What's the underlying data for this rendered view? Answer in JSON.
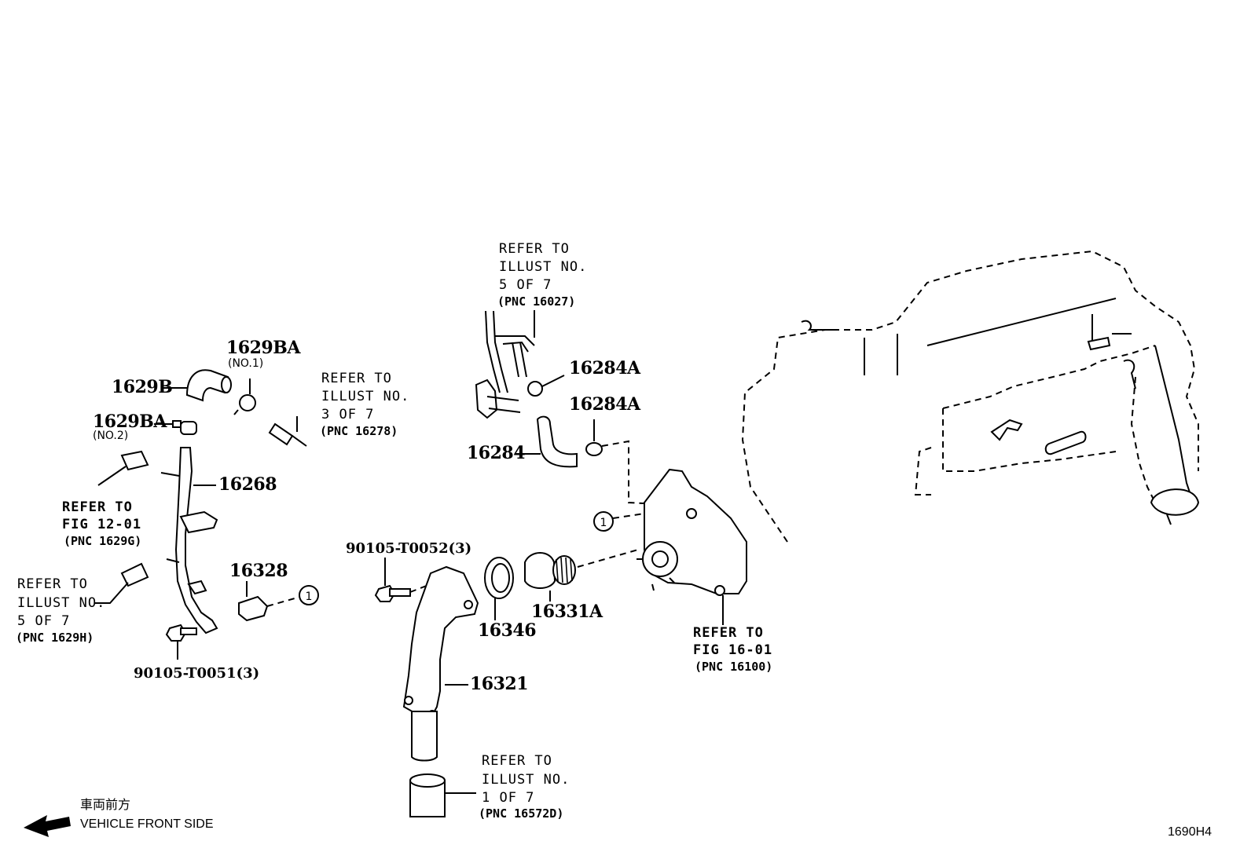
{
  "parts": {
    "p1629ba_no1": "1629BA",
    "p1629ba_no1_sub": "(NO.1)",
    "p1629b": "1629B",
    "p1629ba_no2": "1629BA",
    "p1629ba_no2_sub": "(NO.2)",
    "p16268": "16268",
    "p16328": "16328",
    "p90105_t0051": "90105-T0051(3)",
    "p90105_t0052": "90105-T0052(3)",
    "p16284a_1": "16284A",
    "p16284a_2": "16284A",
    "p16284": "16284",
    "p16346": "16346",
    "p16331a": "16331A",
    "p16321": "16321"
  },
  "refs": {
    "ref_3of7": {
      "l1": "REFER TO",
      "l2": "ILLUST NO.",
      "l3": "3 OF 7",
      "pnc": "(PNC 16278)"
    },
    "ref_fig1201": {
      "l1": "REFER TO",
      "l2": "FIG 12-01",
      "pnc": "(PNC 1629G)"
    },
    "ref_5of7_left": {
      "l1": "REFER TO",
      "l2": "ILLUST NO.",
      "l3": "5 OF 7",
      "pnc": "(PNC 1629H)"
    },
    "ref_5of7_top": {
      "l1": "REFER TO",
      "l2": "ILLUST NO.",
      "l3": "5 OF 7",
      "pnc": "(PNC 16027)"
    },
    "ref_fig1601": {
      "l1": "REFER TO",
      "l2": "FIG 16-01",
      "pnc": "(PNC 16100)"
    },
    "ref_1of7": {
      "l1": "REFER TO",
      "l2": "ILLUST NO.",
      "l3": "1 OF 7",
      "pnc": "(PNC 16572D)"
    }
  },
  "callout_marker": "1",
  "front_side": {
    "jp": "車両前方",
    "en": "VEHICLE FRONT SIDE"
  },
  "figure_code": "1690H4"
}
